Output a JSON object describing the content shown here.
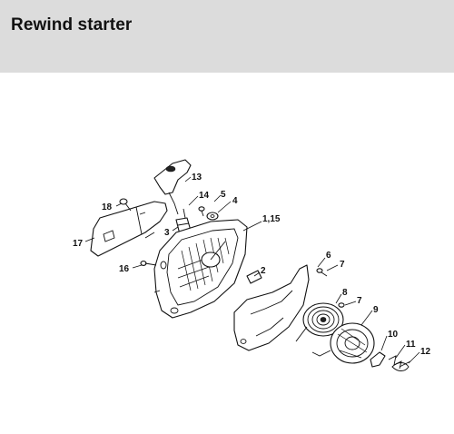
{
  "header": {
    "title": "Rewind starter"
  },
  "callouts": [
    {
      "id": "13",
      "label": "13"
    },
    {
      "id": "14",
      "label": "14"
    },
    {
      "id": "5",
      "label": "5"
    },
    {
      "id": "4",
      "label": "4"
    },
    {
      "id": "18",
      "label": "18"
    },
    {
      "id": "1-15",
      "label": "1,15"
    },
    {
      "id": "3",
      "label": "3"
    },
    {
      "id": "17",
      "label": "17"
    },
    {
      "id": "6",
      "label": "6"
    },
    {
      "id": "7a",
      "label": "7"
    },
    {
      "id": "16",
      "label": "16"
    },
    {
      "id": "2",
      "label": "2"
    },
    {
      "id": "8",
      "label": "8"
    },
    {
      "id": "7b",
      "label": "7"
    },
    {
      "id": "9",
      "label": "9"
    },
    {
      "id": "10",
      "label": "10"
    },
    {
      "id": "11",
      "label": "11"
    },
    {
      "id": "12",
      "label": "12"
    }
  ],
  "colors": {
    "header_bg": "#dcdcdc",
    "ink": "#111111",
    "page_bg": "#ffffff"
  }
}
